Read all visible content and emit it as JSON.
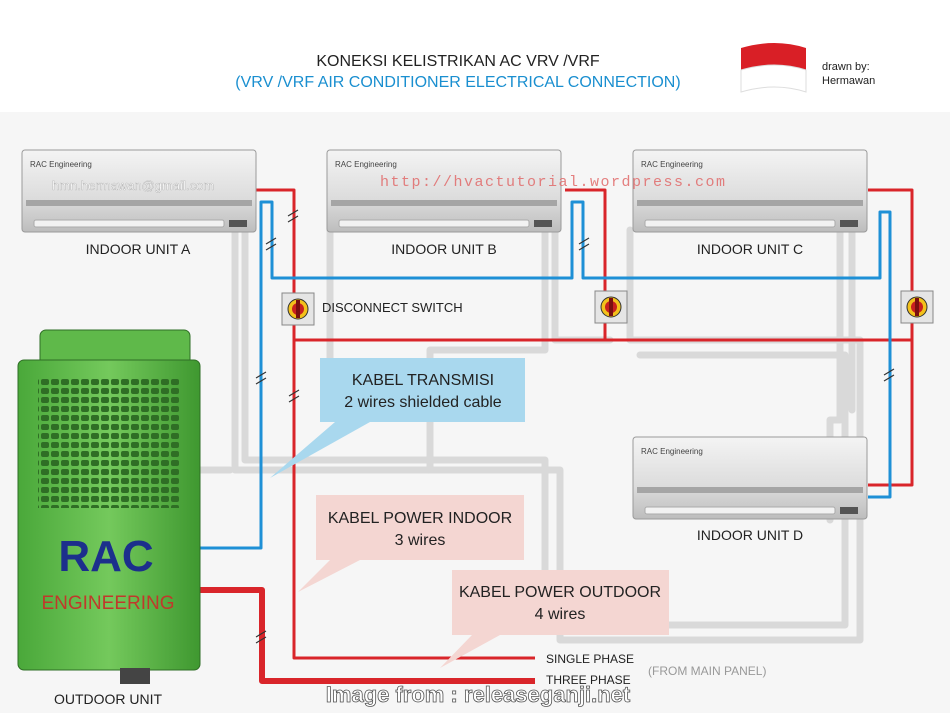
{
  "header": {
    "title": "KONEKSI KELISTRIKAN AC VRV /VRF",
    "subtitle": "(VRV /VRF AIR CONDITIONER ELECTRICAL CONNECTION)",
    "drawn_by_label": "drawn by:",
    "drawn_by_name": "Hermawan"
  },
  "watermark": {
    "email": "hmn.hermawan@gmail.com",
    "url": "http://hvactutorial.wordpress.com",
    "footer": "Image from : releaseganji.net"
  },
  "indoor_units": [
    {
      "brand": "RAC Engineering",
      "label": "INDOOR UNIT A"
    },
    {
      "brand": "RAC Engineering",
      "label": "INDOOR UNIT B"
    },
    {
      "brand": "RAC Engineering",
      "label": "INDOOR UNIT C"
    },
    {
      "brand": "RAC Engineering",
      "label": "INDOOR UNIT D"
    }
  ],
  "outdoor_unit": {
    "logo_main": "RAC",
    "logo_sub": "ENGINEERING",
    "label": "OUTDOOR UNIT"
  },
  "disconnect_switch_label": "DISCONNECT SWITCH",
  "callouts": {
    "transmission": {
      "line1": "KABEL TRANSMISI",
      "line2": "2 wires shielded cable"
    },
    "power_indoor": {
      "line1": "KABEL POWER INDOOR",
      "line2": "3 wires"
    },
    "power_outdoor": {
      "line1": "KABEL POWER OUTDOOR",
      "line2": "4 wires"
    }
  },
  "power_source": {
    "single_phase": "SINGLE PHASE",
    "three_phase": "THREE PHASE",
    "from_main_panel": "(FROM MAIN PANEL)"
  },
  "colors": {
    "power_wire": "#d9252a",
    "transmission_wire": "#1e90d6",
    "pipe": "#d8d8d8",
    "subtitle": "#1a8fd0",
    "unit_green": "#5fb94a",
    "logo_blue": "#1c2f8c",
    "logo_red": "#c0392b",
    "callout_blue": "#a9d8ee",
    "callout_pink": "#f4d6d2"
  }
}
